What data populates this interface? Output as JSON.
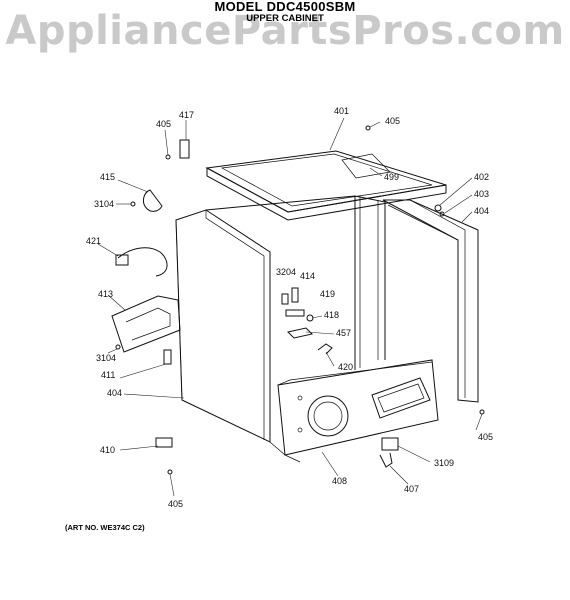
{
  "watermark": "AppliancePartsPros.com",
  "header": {
    "model": "MODEL DDC4500SBM",
    "section": "UPPER CABINET"
  },
  "art_number": "(ART NO. WE374C C2)",
  "callouts": [
    "401",
    "405",
    "417",
    "405",
    "499",
    "402",
    "403",
    "404",
    "415",
    "3104",
    "421",
    "3204",
    "414",
    "419",
    "418",
    "457",
    "413",
    "3104",
    "420",
    "411",
    "404",
    "405",
    "410",
    "3109",
    "408",
    "407",
    "405"
  ]
}
